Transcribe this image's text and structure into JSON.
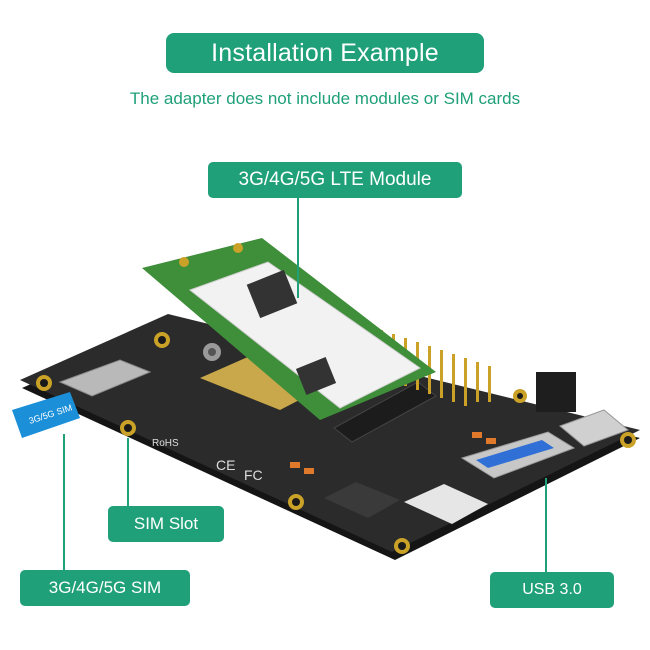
{
  "header": {
    "title": "Installation Example",
    "subtitle": "The adapter does not include modules or SIM cards"
  },
  "callouts": {
    "module": "3G/4G/5G LTE Module",
    "sim_slot": "SIM Slot",
    "sim": "3G/4G/5G  SIM",
    "usb": "USB  3.0"
  },
  "board_marks": {
    "sim_card": "3G/5G SIM",
    "rohs": "RoHS",
    "ce": "CE",
    "fc": "FC"
  },
  "colors": {
    "accent": "#1fa078",
    "board": "#2a2a2a",
    "module_pcb": "#3f8e3a",
    "gold": "#c9a227",
    "usb_blue": "#2f6fd6",
    "sim_blue": "#1b8fd8"
  }
}
